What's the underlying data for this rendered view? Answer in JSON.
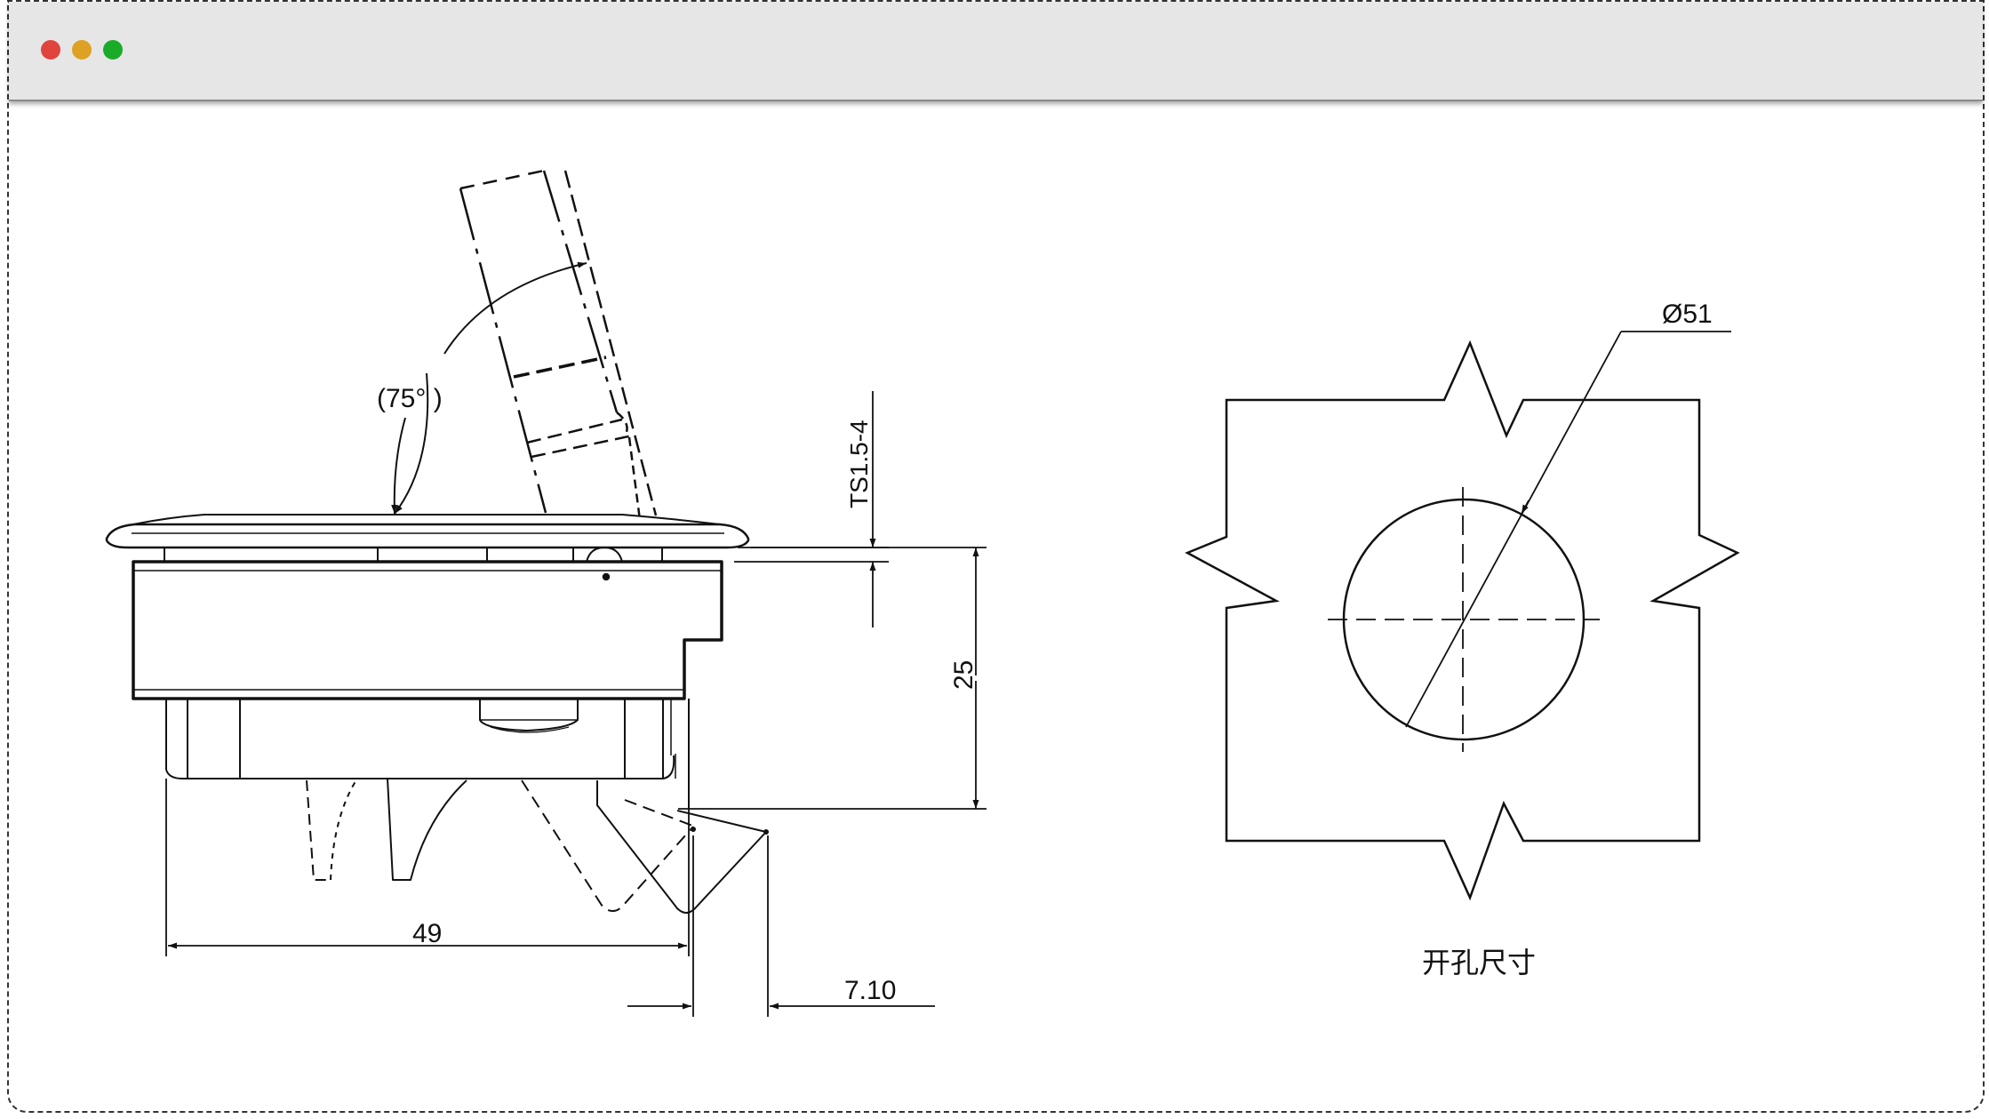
{
  "window": {
    "controls": {
      "close_color": "#e0443e",
      "minimize_color": "#dea123",
      "maximize_color": "#1aab29"
    }
  },
  "drawing": {
    "side_view": {
      "angle_label": "(75° )",
      "thickness_label": "TS1.5-4",
      "height_label": "25",
      "width_label": "49",
      "offset_label": "7.10"
    },
    "cutout_view": {
      "diameter_label": "Ø51",
      "caption": "开孔尺寸"
    }
  }
}
